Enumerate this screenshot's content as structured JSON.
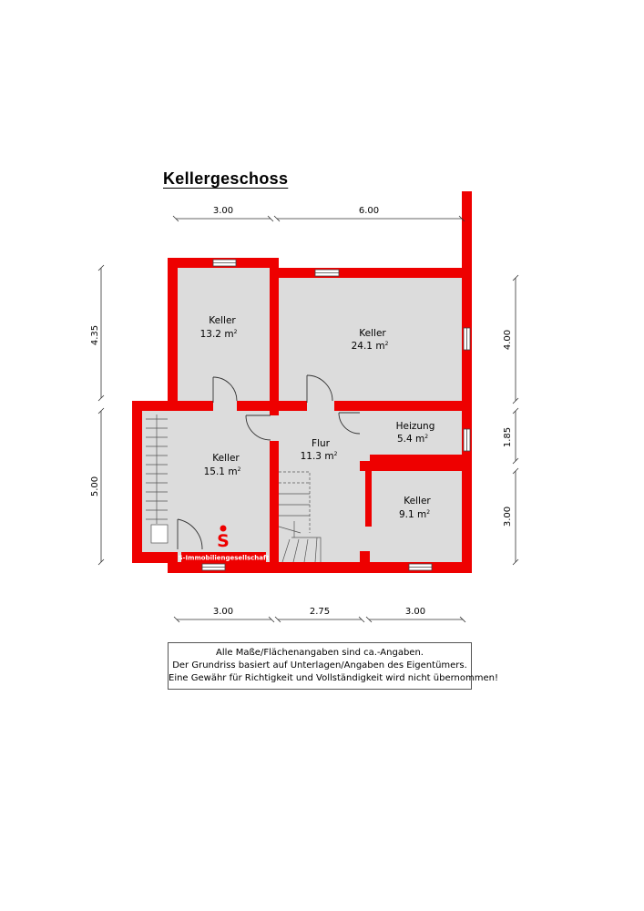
{
  "title": "Kellergeschoss",
  "unit_sup": "2",
  "rooms": [
    {
      "name": "Keller",
      "area": "13.2 m"
    },
    {
      "name": "Keller",
      "area": "24.1 m"
    },
    {
      "name": "Keller",
      "area": "15.1 m"
    },
    {
      "name": "Flur",
      "area": "11.3 m"
    },
    {
      "name": "Heizung",
      "area": "5.4 m"
    },
    {
      "name": "Keller",
      "area": "9.1 m"
    }
  ],
  "dimensions": {
    "top": [
      "3.00",
      "6.00"
    ],
    "bottom": [
      "3.00",
      "2.75",
      "3.00"
    ],
    "left": [
      "4.35",
      "5.00"
    ],
    "right": [
      "4.00",
      "1.85",
      "3.00"
    ]
  },
  "logo": {
    "letter": "S",
    "text": "S-Immobiliengesellschaft"
  },
  "disclaimer": [
    "Alle Maße/Flächenangaben sind ca.-Angaben.",
    "Der Grundriss basiert auf Unterlagen/Angaben des Eigentümers.",
    "Eine Gewähr für Richtigkeit und Vollständigkeit wird nicht übernommen!"
  ],
  "colors": {
    "wall": "#ee0000",
    "floor": "#dcdcdc"
  }
}
